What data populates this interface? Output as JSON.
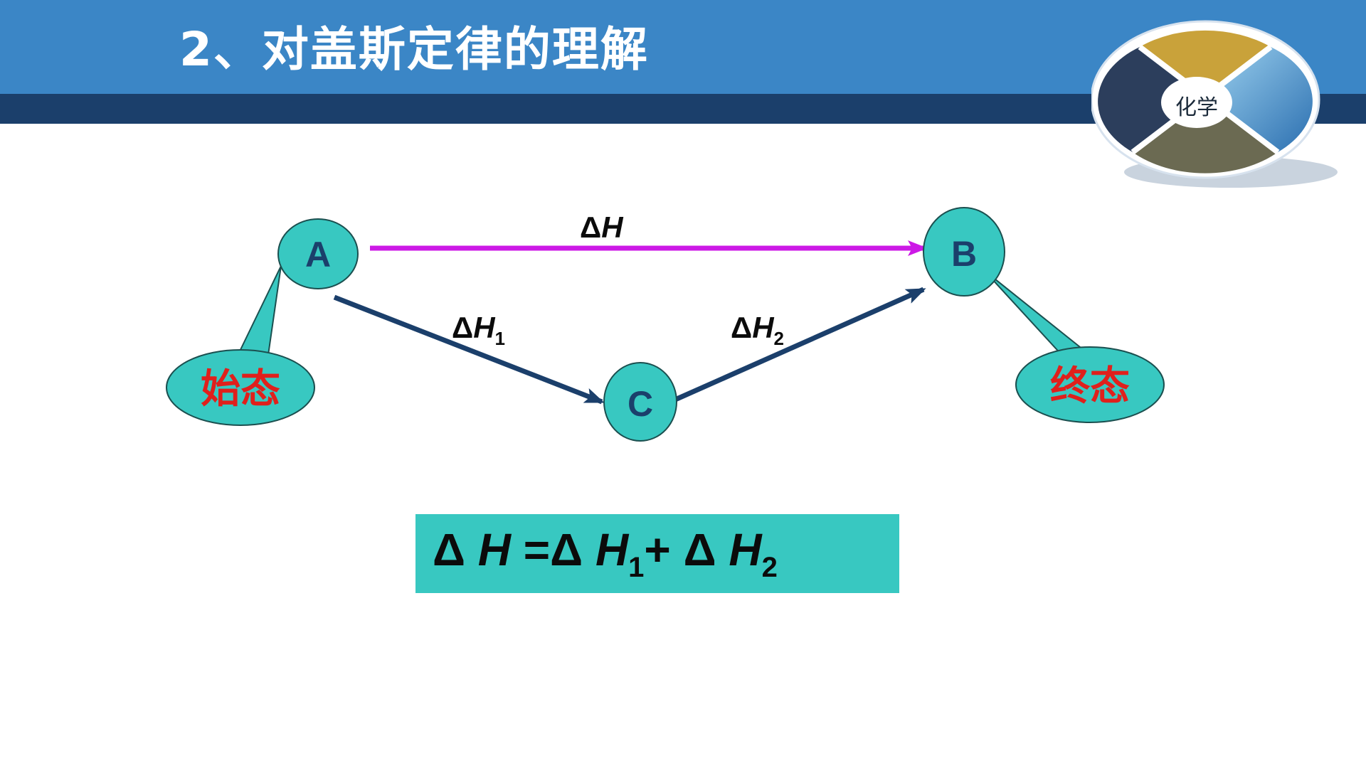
{
  "slide": {
    "title": "2、对盖斯定律的理解"
  },
  "logo": {
    "text": "化学"
  },
  "diagram": {
    "nodes": {
      "a": "A",
      "b": "B",
      "c": "C"
    },
    "callouts": {
      "initial_state": "始态",
      "final_state": "终态"
    },
    "labels": {
      "dh_symbol": "ΔH",
      "dh_delta": "Δ",
      "dh_var": "H",
      "dh1_sub": "1",
      "dh2_sub": "2"
    }
  },
  "formula": {
    "delta": "Δ",
    "var": "H",
    "equals": "=",
    "plus": "+",
    "sub1": "1",
    "sub2": "2"
  },
  "colors": {
    "header_blue": "#3b86c6",
    "header_dark": "#1b3f6b",
    "node_fill": "#38c8c1",
    "node_text": "#1b3f6b",
    "callout_text": "#e0201c",
    "direct_arrow": "#cc19e6",
    "path_arrow": "#1b3f6b"
  }
}
